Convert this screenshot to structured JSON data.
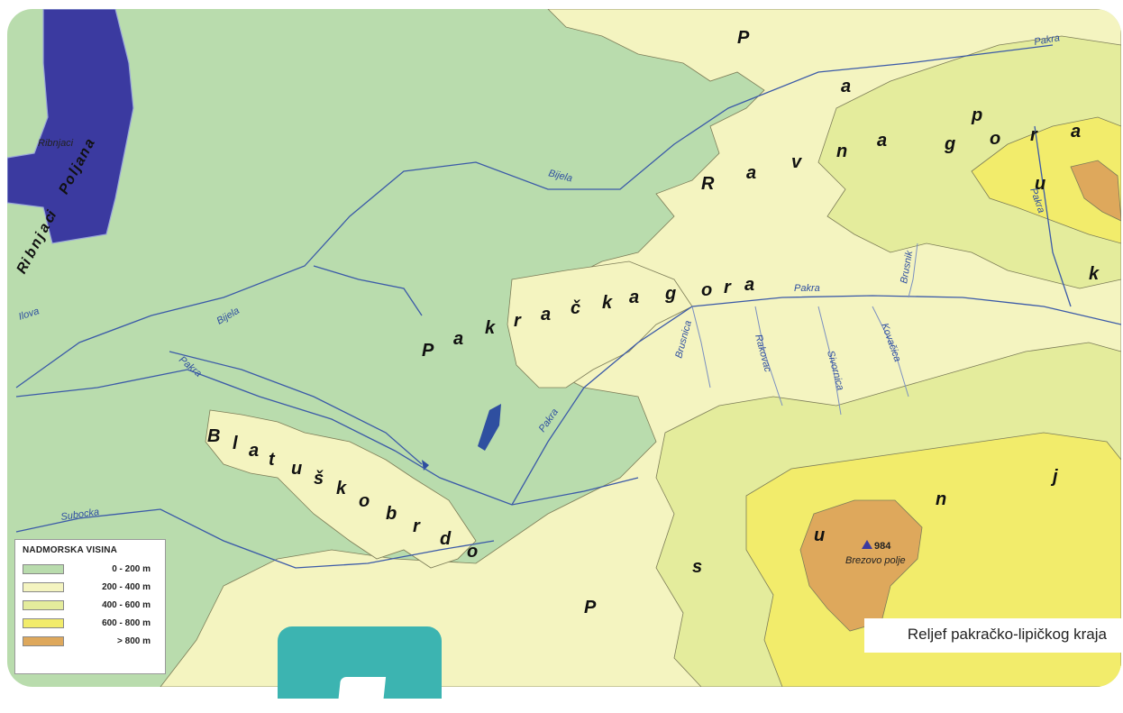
{
  "colors": {
    "band1": "#b9dcad",
    "band2": "#f4f4c0",
    "band3": "#e4ec9c",
    "band4": "#f2ec6b",
    "band5": "#dea85c",
    "water": "#2f4fa0",
    "fishpond": "#3b3aa0",
    "accent": "#3cb4b1"
  },
  "map": {
    "regions": {
      "papuk": [
        "P",
        "a",
        "p",
        "u",
        "k"
      ],
      "ravna_gora": [
        "R",
        "a",
        "v",
        "n",
        "a",
        "g",
        "o",
        "r",
        "a"
      ],
      "pakracka_gora": [
        "P",
        "a",
        "k",
        "r",
        "a",
        "č",
        "k",
        "a",
        "g",
        "o",
        "r",
        "a"
      ],
      "blatusko_brdo": [
        "B",
        "l",
        "a",
        "t",
        "u",
        "š",
        "k",
        "o",
        "b",
        "r",
        "d",
        "o"
      ],
      "psunj": [
        "P",
        "s",
        "u",
        "n",
        "j"
      ],
      "ribnjaci_poljana": [
        "R",
        "i",
        "b",
        "n",
        "j",
        "a",
        "c",
        "i",
        "P",
        "o",
        "l",
        "j",
        "a",
        "n",
        "a"
      ]
    },
    "rivers": {
      "pakra_ne": "Pakra",
      "pakra_center": "Pakra",
      "pakra_sw": "Pakra",
      "pakra_mid": "Pakra",
      "pakra_vertical": "Pakra",
      "bijela_n": "Bijela",
      "bijela_w": "Bijela",
      "subocka": "Subocka",
      "ilova": "Ilova",
      "brusnica": "Brusnica",
      "rakovac": "Rakovac",
      "sivornica": "Sivornica",
      "kovacica": "Kovačica",
      "brusnik": "Brusnik"
    },
    "places": {
      "ribnjaci_town": "Ribnjaci",
      "peak_height": "984",
      "peak_name": "Brezovo polje"
    }
  },
  "legend": {
    "title": "NADMORSKA VISINA",
    "items": [
      {
        "label": "0 - 200 m",
        "color": "#b9dcad"
      },
      {
        "label": "200 - 400 m",
        "color": "#f4f4c0"
      },
      {
        "label": "400 - 600 m",
        "color": "#e4ec9c"
      },
      {
        "label": "600 - 800 m",
        "color": "#f2ec6b"
      },
      {
        "label": "> 800 m",
        "color": "#dea85c"
      }
    ]
  },
  "caption": "Reljef pakračko-lipičkog kraja"
}
